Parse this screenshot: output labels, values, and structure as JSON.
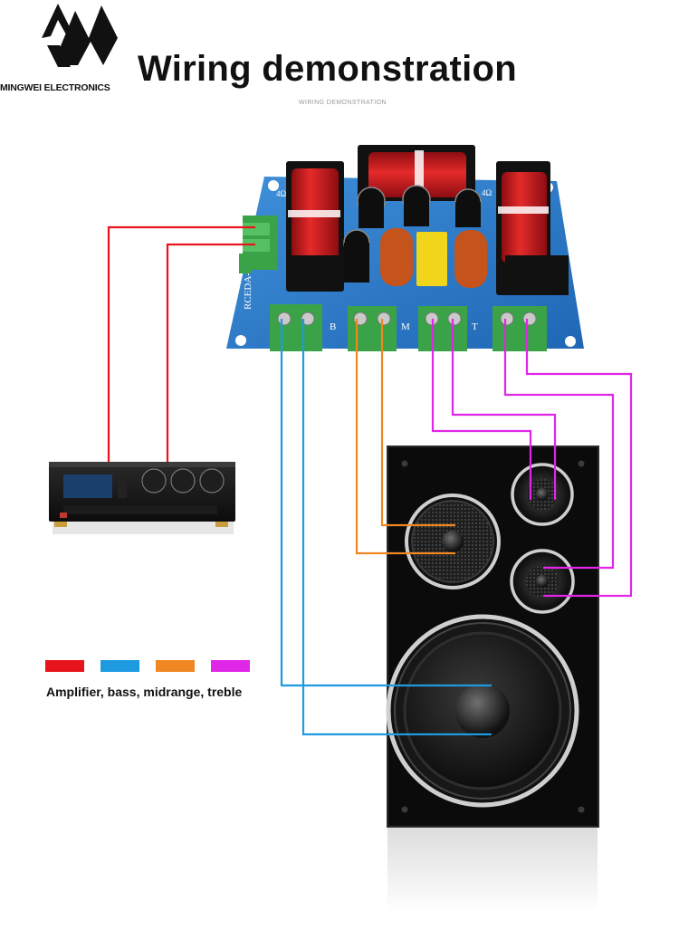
{
  "brand": {
    "name": "MINGWEI ELECTRONICS"
  },
  "title": "Wiring demonstration",
  "subtitle": "WIRING DEMONSTRATION",
  "board": {
    "model": "RCEDA-410",
    "terminal_labels": {
      "bass": "B",
      "mid": "M",
      "treble": "T"
    },
    "impedance": [
      "4Ω",
      "4Ω"
    ]
  },
  "legend": {
    "colors": [
      "#e8141b",
      "#1e9ae0",
      "#ef8722",
      "#e026e6"
    ],
    "caption": "Amplifier, bass, midrange, treble"
  },
  "wire_colors": {
    "amplifier": "#e8141b",
    "bass": "#1e9ae0",
    "midrange": "#ef8722",
    "treble": "#e026e6"
  }
}
